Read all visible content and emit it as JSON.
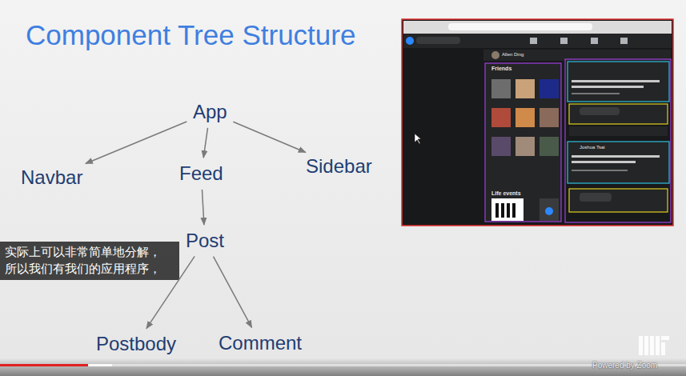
{
  "diagram": {
    "title": "Component Tree Structure",
    "nodes": [
      {
        "text": [
          "App"
        ]
      },
      {
        "text": [
          "Navbar"
        ]
      },
      {
        "text": [
          "Feed"
        ]
      },
      {
        "text": [
          "Sidebar"
        ]
      },
      {
        "text": [
          "Post"
        ]
      },
      {
        "text": [
          "Postbody"
        ]
      },
      {
        "text": [
          "Comment"
        ]
      }
    ],
    "edges": [
      {
        "from": 0,
        "to": 1,
        "arrow": "to"
      },
      {
        "from": 0,
        "to": 2,
        "arrow": "to"
      },
      {
        "from": 0,
        "to": 3,
        "arrow": "to"
      },
      {
        "from": 2,
        "to": 4,
        "arrow": "to"
      },
      {
        "from": 4,
        "to": 5,
        "arrow": "to"
      },
      {
        "from": 4,
        "to": 6,
        "arrow": "to"
      }
    ],
    "labels": [
      "实际上可以非常简单地分解，",
      "所以我们有我们的应用程序，",
      "Friends",
      "Life events",
      "Allen Ding",
      "Joshua Tsai",
      "Powered by Zoom"
    ]
  }
}
